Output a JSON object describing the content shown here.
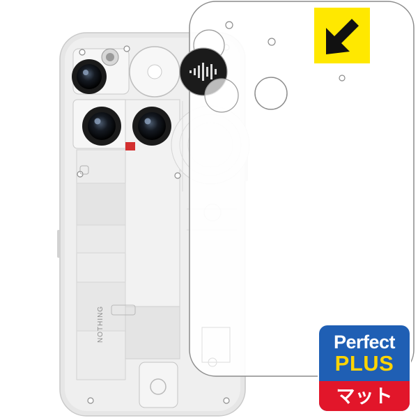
{
  "brand_colors": {
    "badge_blue": "#1f5fb4",
    "badge_yellow": "#ffd400",
    "badge_red": "#e2162a",
    "marker_yellow": "#ffe800",
    "phone_body": "#eeeeee",
    "camera_accent": "#d32f2f"
  },
  "phone": {
    "logo_text": "NOTHING"
  },
  "badge": {
    "line1": "Perfect",
    "line2": "PLUS",
    "line3": "マット"
  },
  "corner_marker": {
    "icon": "arrow-down-left-icon"
  }
}
